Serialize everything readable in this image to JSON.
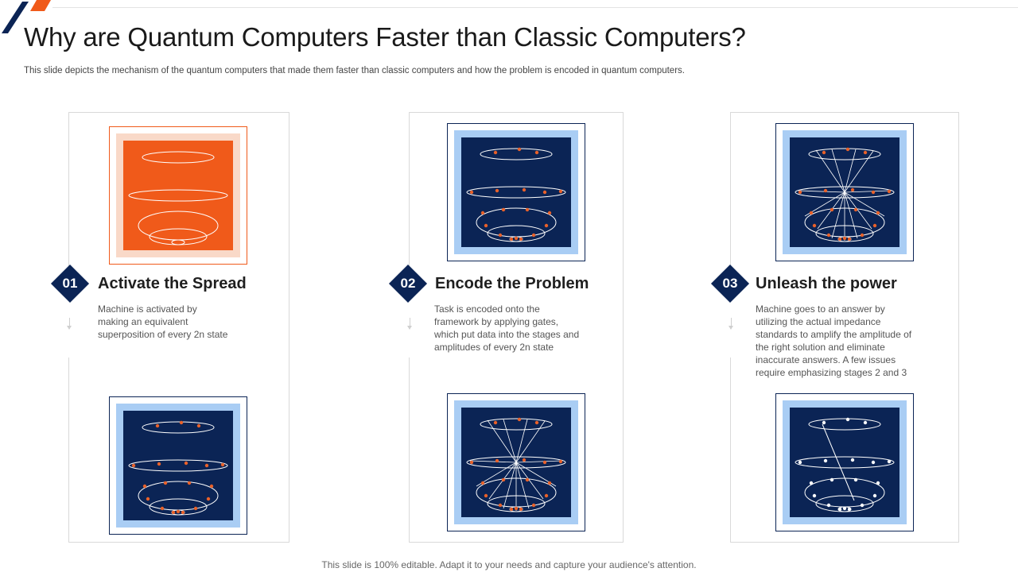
{
  "slide": {
    "title": "Why are Quantum Computers Faster than Classic Computers?",
    "subtitle": "This slide depicts the mechanism of the quantum computers that made them faster than classic computers and how the problem is encoded in quantum computers.",
    "footer": "This slide is 100% editable. Adapt it to your needs and capture your audience's attention."
  },
  "colors": {
    "navy": "#0b2455",
    "orange": "#f05a1a",
    "light_blue": "#a9cdf4",
    "peach": "#f9d9c8",
    "dot_orange": "#e8612a"
  },
  "icons": {
    "logo": "slash-logo-icon",
    "step_image": "quantum-ellipse-diagram-icon"
  },
  "steps": [
    {
      "number": "01",
      "title": "Activate the Spread",
      "description_lines": [
        "Machine is activated by",
        "making an equivalent",
        "superposition of every  2n state"
      ]
    },
    {
      "number": "02",
      "title": "Encode the Problem",
      "description_lines": [
        "Task is encoded onto the",
        "framework  by applying gates,",
        "which put data into the stages and",
        "amplitudes of every  2n state"
      ]
    },
    {
      "number": "03",
      "title": "Unleash the power",
      "description_lines": [
        "Machine goes to an answer by",
        "utilizing the actual impedance",
        "standards to amplify the amplitude of",
        "the right solution and eliminate",
        "inaccurate answers.  A few issues",
        "require emphasizing stages 2 and 3"
      ]
    }
  ]
}
